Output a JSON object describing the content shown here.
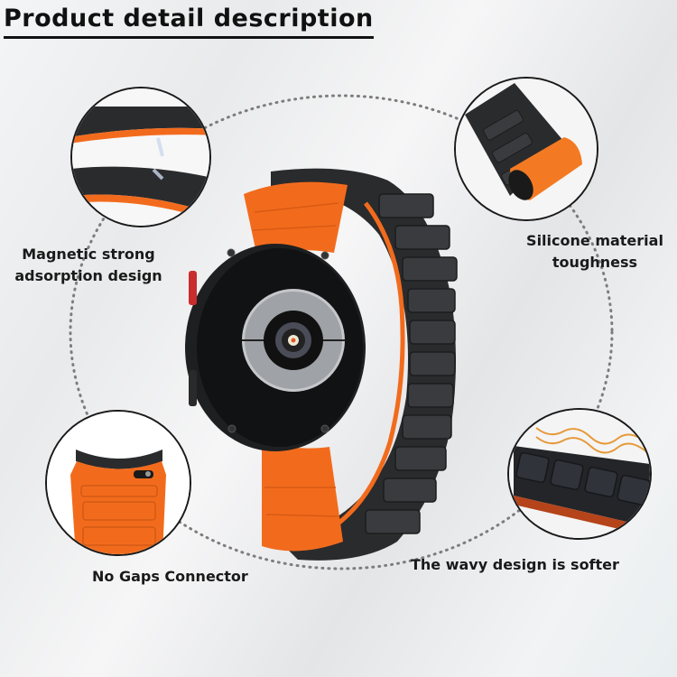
{
  "header": {
    "title": "Product detail description"
  },
  "callouts": [
    {
      "id": "magnetic",
      "label_line1": "Magnetic strong",
      "label_line2": "adsorption design"
    },
    {
      "id": "silicone",
      "label_line1": "Silicone material",
      "label_line2": "toughness"
    },
    {
      "id": "connector",
      "label_line1": "No Gaps Connector"
    },
    {
      "id": "wavy",
      "label_line1": "The wavy design is softer"
    }
  ],
  "colors": {
    "accent_orange": "#f26b1d",
    "band_black": "#2a2b2d",
    "text": "#1a1a1a",
    "wave_line": "#e59a3a"
  },
  "product": {
    "name": "watch band",
    "icon": "smartwatch-with-magnetic-band"
  }
}
